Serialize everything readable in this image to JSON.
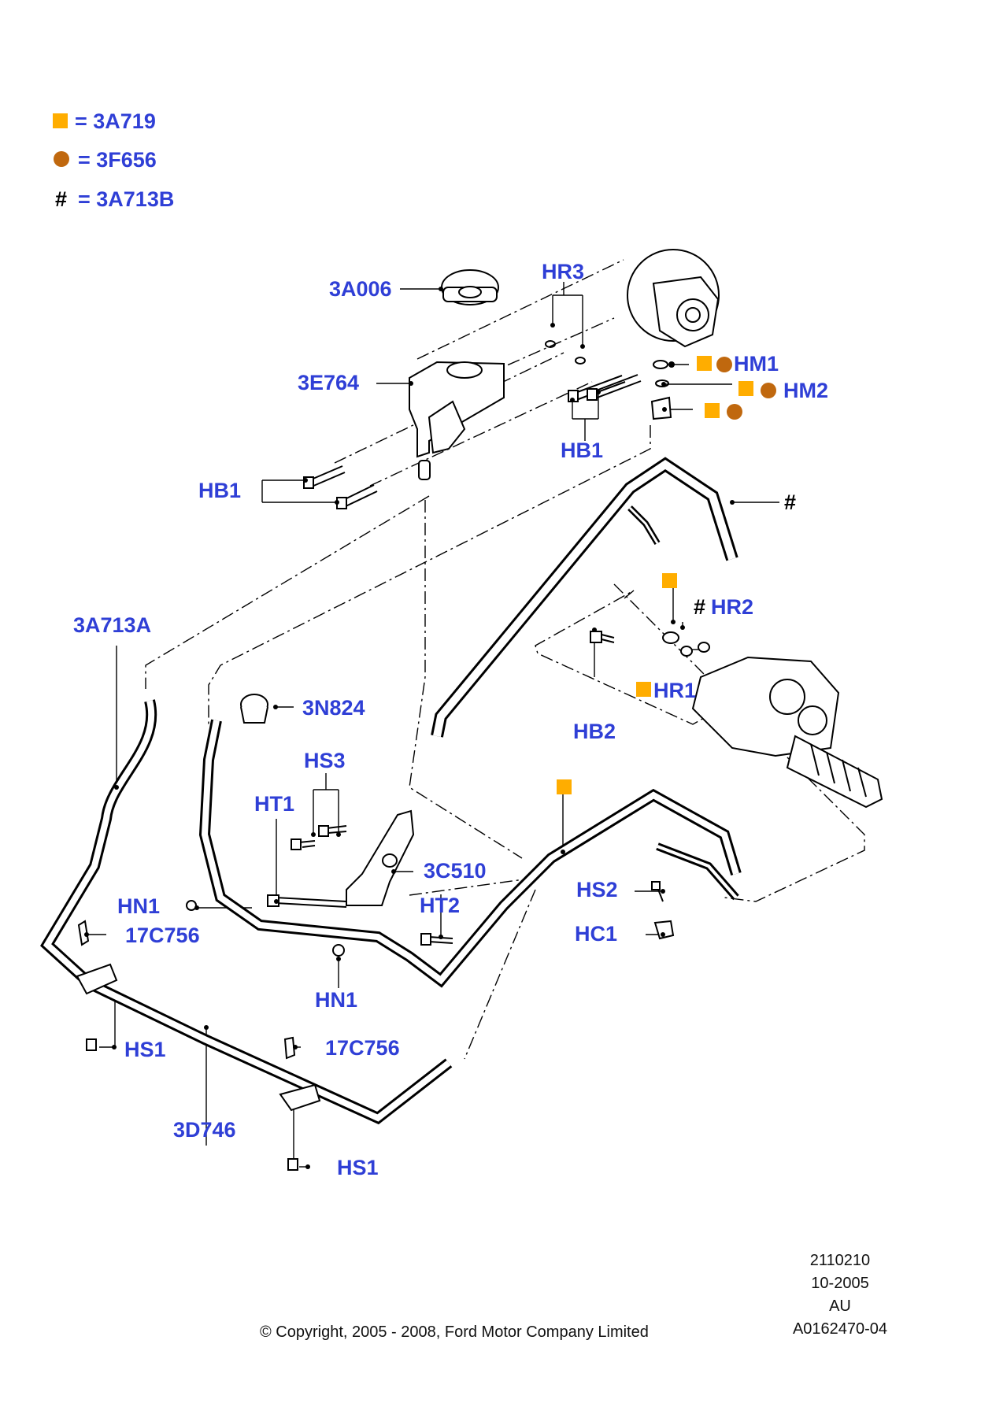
{
  "legend": [
    {
      "symbol": "square",
      "text": "= 3A719"
    },
    {
      "symbol": "circle",
      "text": "= 3F656"
    },
    {
      "symbol": "#",
      "text": "= 3A713B"
    }
  ],
  "labels": {
    "3A006": "3A006",
    "HR3": "HR3",
    "3E764": "3E764",
    "HM1": "HM1",
    "HM2": "HM2",
    "HB1_top": "HB1",
    "HB1_left": "HB1",
    "3A713A": "3A713A",
    "hash_hose": "#",
    "HR2": "HR2",
    "hash_HR2": "#",
    "HR1": "HR1",
    "HB2": "HB2",
    "3N824": "3N824",
    "HS3": "HS3",
    "HT1": "HT1",
    "3C510": "3C510",
    "HN1_left": "HN1",
    "17C756_top": "17C756",
    "HT2": "HT2",
    "HS2": "HS2",
    "HC1": "HC1",
    "HN1_bottom": "HN1",
    "HS1_top": "HS1",
    "17C756_bottom": "17C756",
    "3D746": "3D746",
    "HS1_bottom": "HS1"
  },
  "colors": {
    "label_blue": "#2f3fd6",
    "square_orange": "#ffad00",
    "circle_brown": "#c0680e"
  },
  "footer": {
    "copyright": "© Copyright, 2005 - 2008, Ford Motor Company Limited",
    "ref1": "2110210",
    "ref2": "10-2005",
    "ref3": "AU",
    "ref4": "A0162470-04"
  }
}
